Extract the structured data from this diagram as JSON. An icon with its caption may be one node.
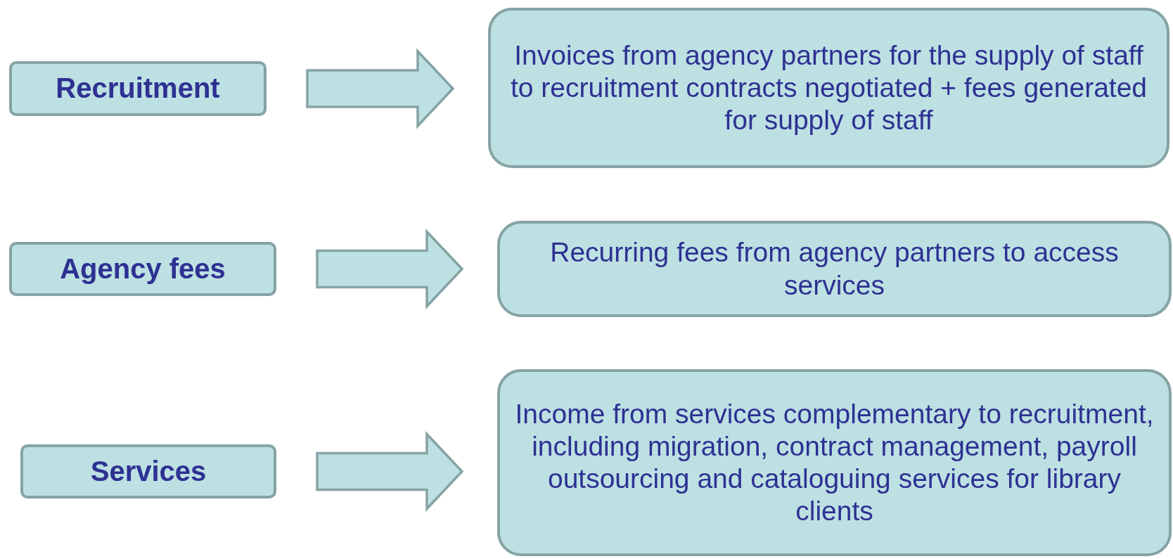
{
  "diagram": {
    "nodes": [
      {
        "text": [
          "Recruitment"
        ]
      },
      {
        "text": [
          "Invoices from agency partners for the supply of staff to recruitment contracts negotiated + fees generated for supply of staff"
        ]
      },
      {
        "text": [
          "Agency fees"
        ]
      },
      {
        "text": [
          "Recurring fees from agency partners to access services"
        ]
      },
      {
        "text": [
          "Services"
        ]
      },
      {
        "text": [
          "Income from services complementary to recruitment, including migration, contract management, payroll outsourcing and cataloguing services for library clients"
        ]
      }
    ],
    "edges": [
      {
        "from": 0,
        "to": 1,
        "arrow": "to"
      },
      {
        "from": 2,
        "to": 3,
        "arrow": "to"
      },
      {
        "from": 4,
        "to": 5,
        "arrow": "to"
      }
    ]
  }
}
